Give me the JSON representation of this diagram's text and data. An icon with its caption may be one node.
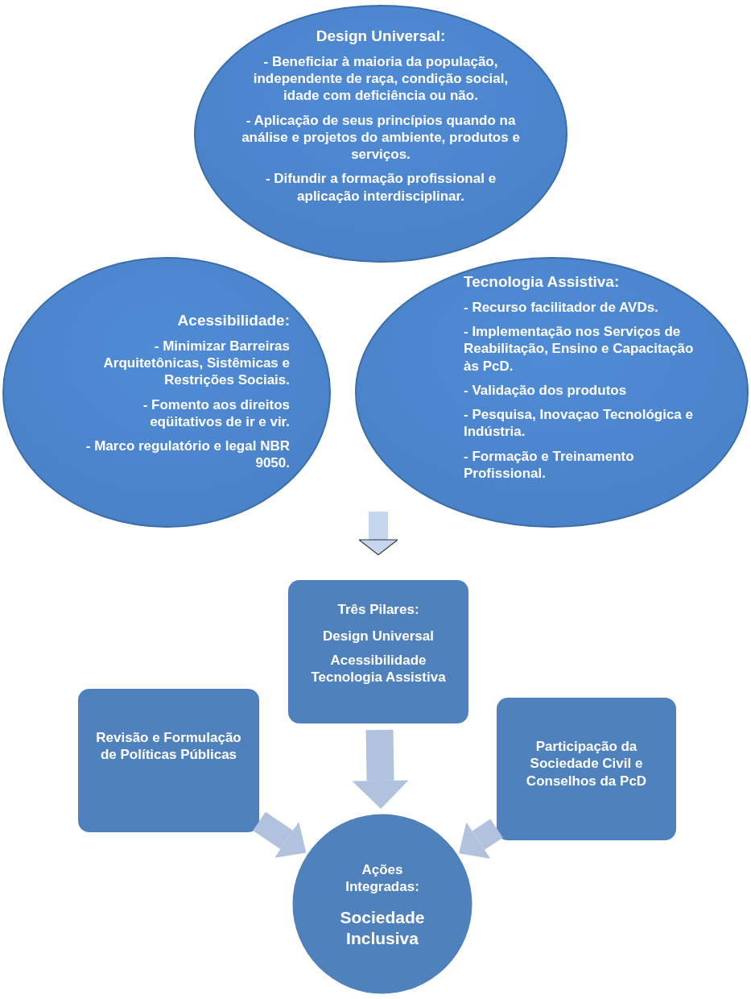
{
  "diagram": {
    "nodes": [
      {
        "text": [
          "Design Universal:",
          "- Beneficiar à maioria da população, independente de raça, condição social, idade com deficiência ou não.",
          "- Aplicação de seus princípios quando na análise e projetos do ambiente, produtos e serviços.",
          "- Difundir a formação profissional e aplicação interdisciplinar."
        ]
      },
      {
        "text": [
          "Acessibilidade:",
          "- Minimizar Barreiras Arquitetônicas, Sistêmicas e Restrições Sociais.",
          "- Fomento aos direitos eqüitativos de ir e vir.",
          "- Marco regulatório e legal NBR 9050."
        ]
      },
      {
        "text": [
          "Tecnologia Assistiva:",
          "- Recurso facilitador de AVDs.",
          "- Implementação nos Serviços de Reabilitação, Ensino e Capacitação às PcD.",
          "- Validação dos produtos",
          "- Pesquisa, Inovaçao Tecnológica e Indústria.",
          "- Formação e Treinamento Profissional."
        ]
      },
      {
        "text": [
          "Três Pilares:",
          "Design Universal",
          "Acessibilidade",
          "Tecnologia Assistiva"
        ]
      },
      {
        "text": [
          "Revisão e Formulação de Políticas Públicas"
        ]
      },
      {
        "text": [
          "Participação da Sociedade Civil e Conselhos da PcD"
        ]
      },
      {
        "text": [
          "Ações Integradas:",
          "Sociedade Inclusiva"
        ]
      }
    ],
    "edges": [
      {
        "from": null,
        "to": 3,
        "arrow": "to",
        "color": "#c6d6ee"
      },
      {
        "from": 3,
        "to": 6,
        "arrow": "to"
      },
      {
        "from": 4,
        "to": 6,
        "arrow": "to"
      },
      {
        "from": 5,
        "to": 6,
        "arrow": "to"
      }
    ]
  }
}
